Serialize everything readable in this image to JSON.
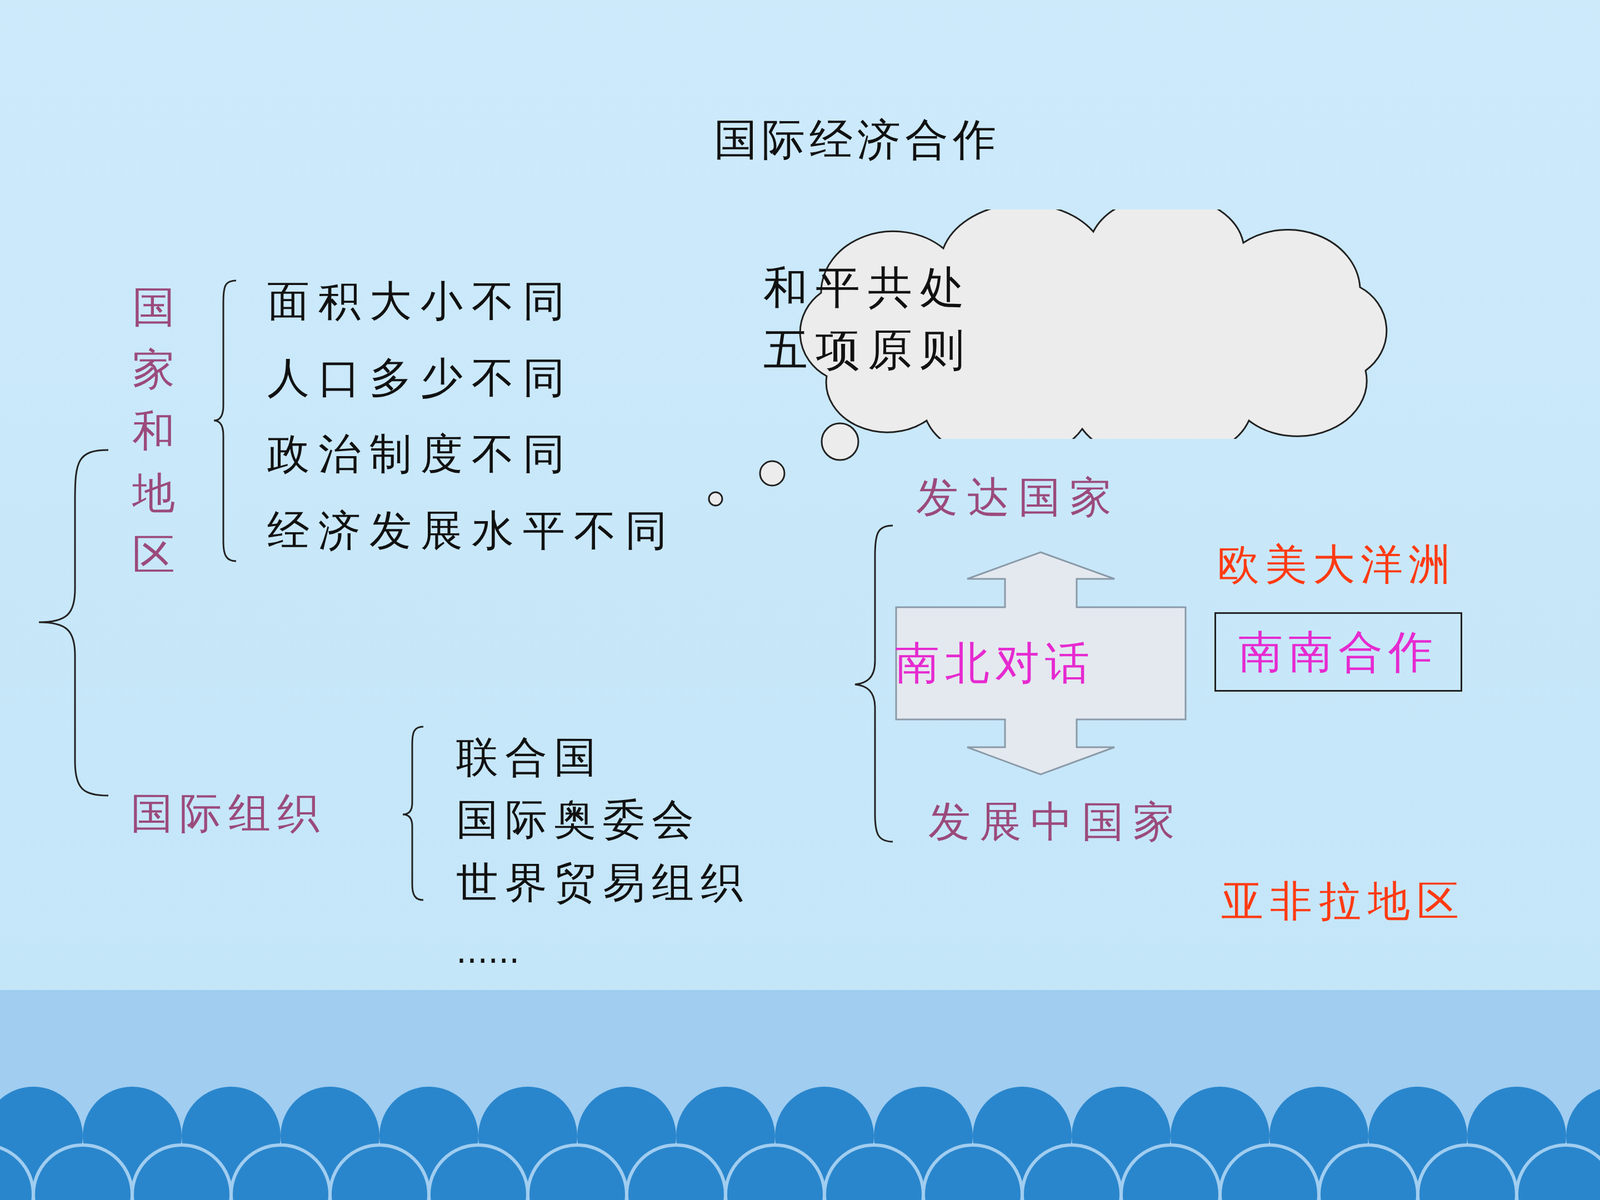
{
  "diagram": {
    "title": "国际经济合作",
    "nodes": [
      {
        "text": [
          "和平共处 五项原则"
        ]
      },
      {
        "text": [
          "南北对话"
        ]
      },
      {
        "text": [
          "南南合作"
        ]
      }
    ],
    "labels": [
      "国家和地区",
      "面积大小不同",
      "人口多少不同",
      "政治制度不同",
      "经济发展水平不同",
      "国际组织",
      "联合国",
      "国际奥委会",
      "世界贸易组织",
      "......",
      "发达国家",
      "发展中国家",
      "欧美大洋洲",
      "亚非拉地区"
    ]
  }
}
